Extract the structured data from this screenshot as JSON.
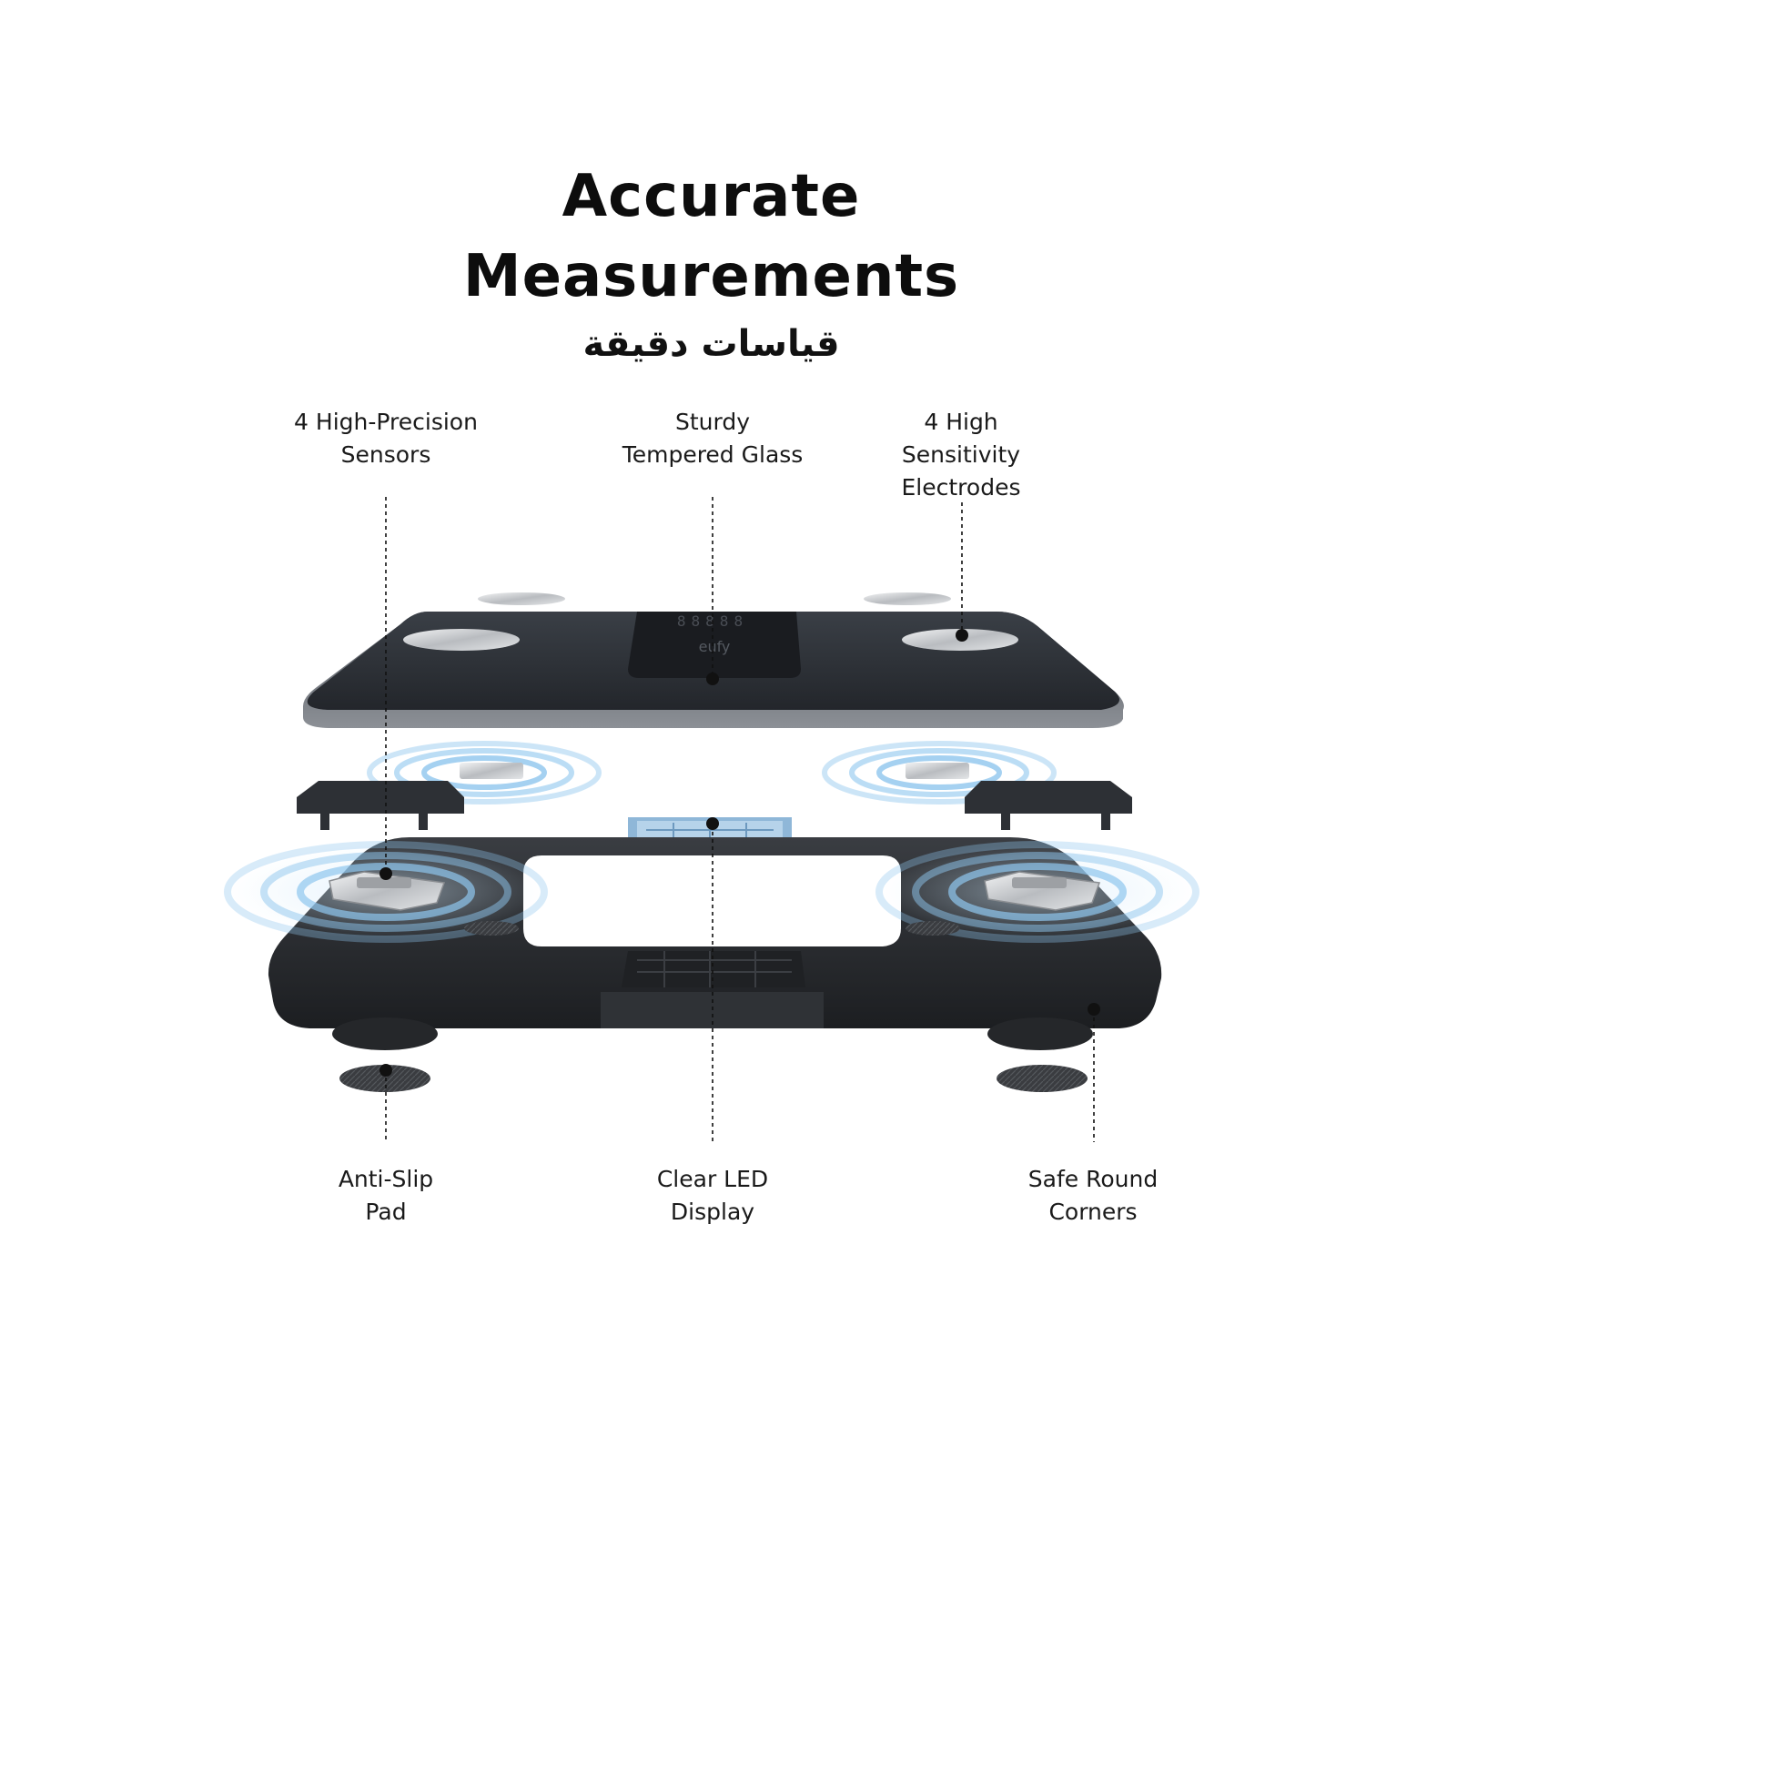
{
  "title": {
    "line1": "Accurate",
    "line2": "Measurements",
    "arabic": "قياسات دقيقة"
  },
  "callouts": {
    "sensors": [
      "4 High-Precision",
      "Sensors"
    ],
    "glass": [
      "Sturdy",
      "Tempered Glass"
    ],
    "electrodes": [
      "4 High",
      "Sensitivity",
      "Electrodes"
    ],
    "pad": [
      "Anti-Slip",
      "Pad"
    ],
    "display": [
      "Clear LED",
      "Display"
    ],
    "corners": [
      "Safe Round",
      "Corners"
    ]
  },
  "device": {
    "brand_logo": "eufy",
    "led_digits": "88888"
  },
  "colors": {
    "scale_dark": "#2c3036",
    "frame_dark": "#2a2c30",
    "wave_blue": "#8ec6ee",
    "metal": "#c9ccd0"
  }
}
